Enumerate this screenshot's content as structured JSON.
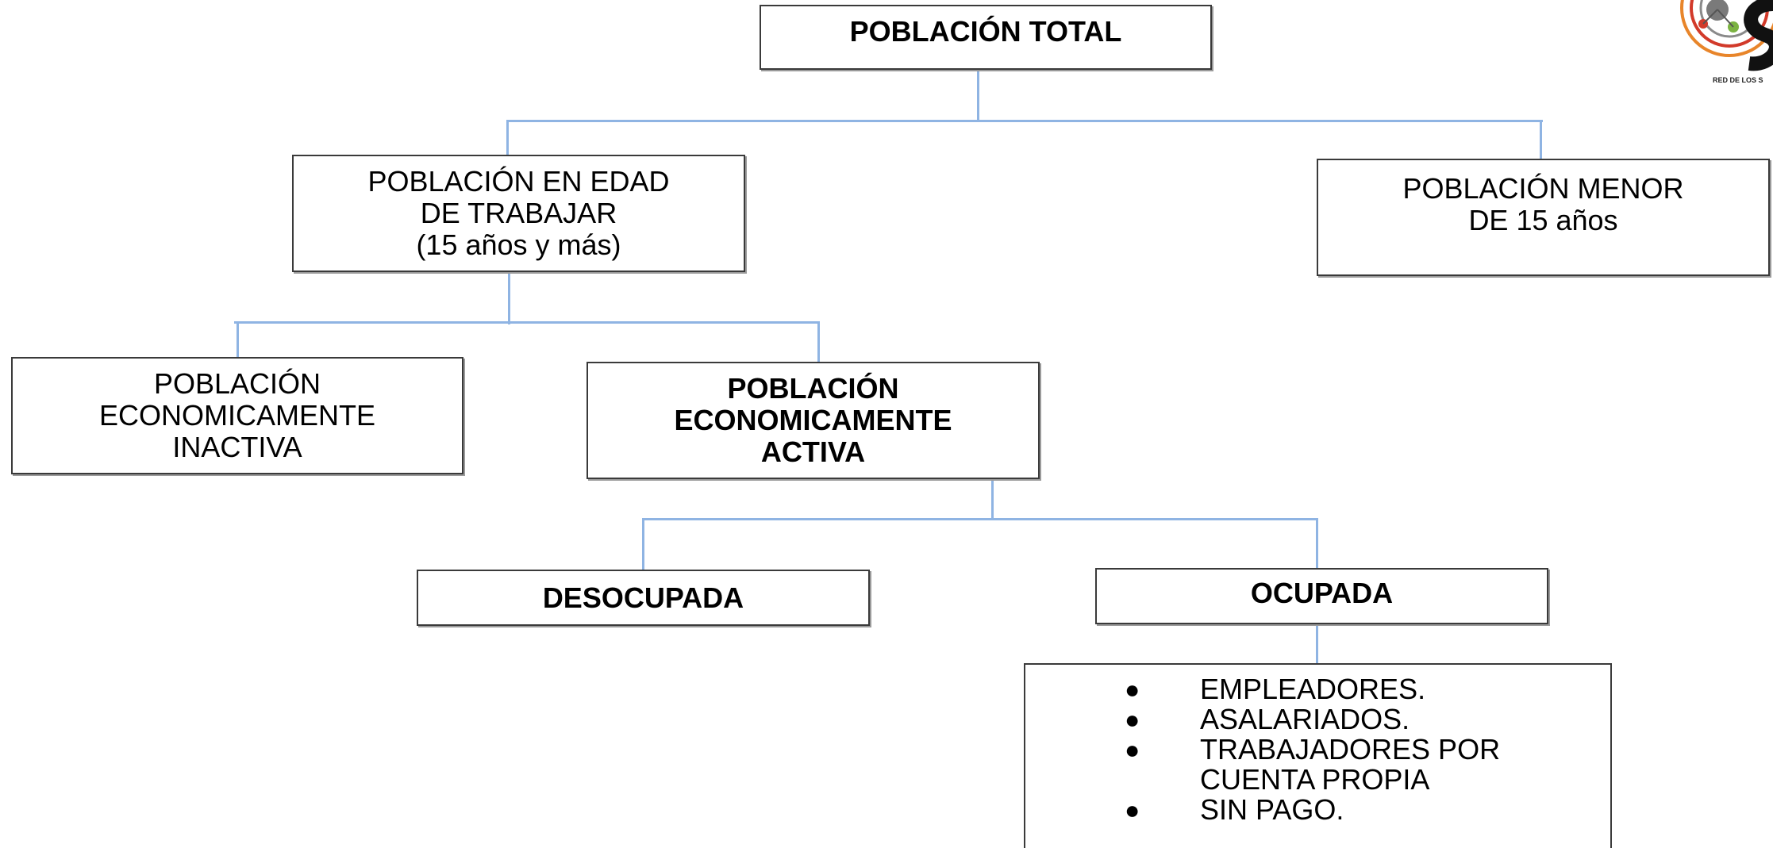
{
  "nodes": {
    "total": "POBLACIÓN TOTAL",
    "edad_trabajar": "POBLACIÓN EN EDAD\nDE TRABAJAR\n(15 años y más)",
    "menor_15": "POBLACIÓN MENOR\nDE 15 años",
    "inactiva": "POBLACIÓN\nECONOMICAMENTE\nINACTIVA",
    "activa": "POBLACIÓN\nECONOMICAMENTE\nACTIVA",
    "desocupada": "DESOCUPADA",
    "ocupada": "OCUPADA"
  },
  "ocupada_list": [
    "EMPLEADORES.",
    "ASALARIADOS.",
    "TRABAJADORES POR CUENTA PROPIA",
    "SIN PAGO."
  ],
  "bullet_glyph": "●",
  "logo": {
    "caption": "RED DE LOS S"
  },
  "colors": {
    "connector": "#8fb4e3",
    "box_border": "#3a3a3a"
  }
}
